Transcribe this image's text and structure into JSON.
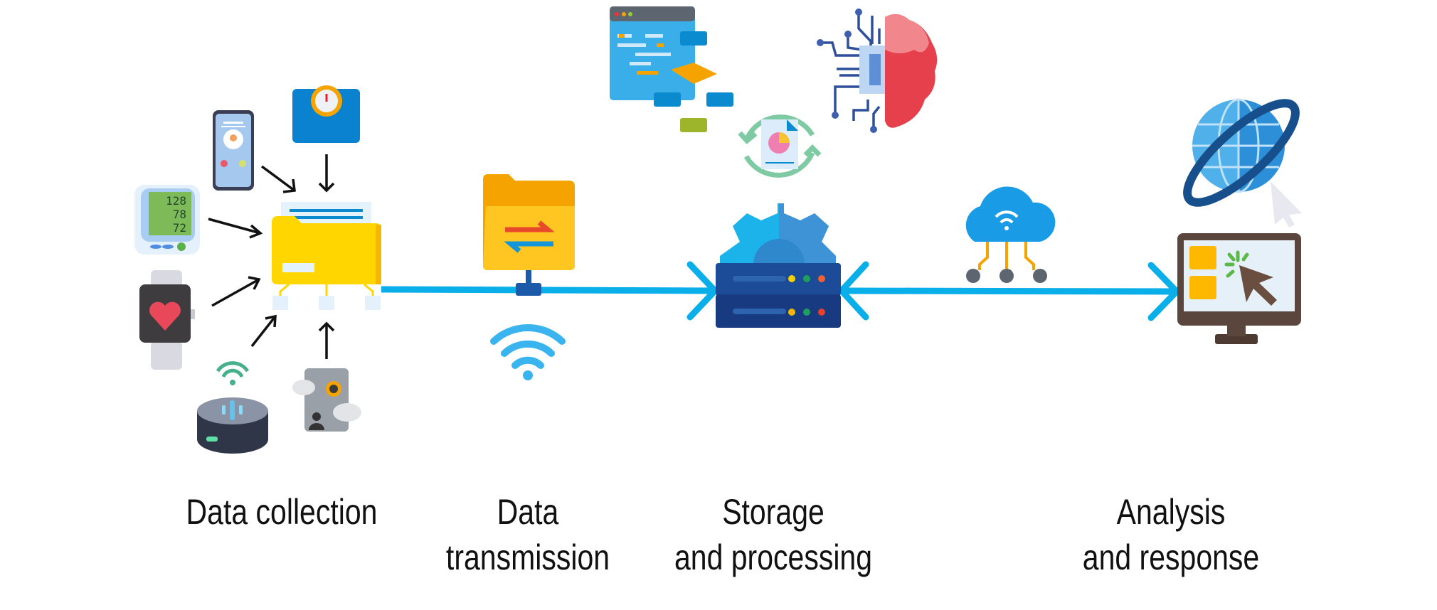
{
  "stages": [
    {
      "id": "collection",
      "lines": [
        "Data collection"
      ]
    },
    {
      "id": "transmission",
      "lines": [
        "Data",
        "transmission"
      ]
    },
    {
      "id": "storage",
      "lines": [
        "Storage",
        "and processing"
      ]
    },
    {
      "id": "analysis",
      "lines": [
        "Analysis",
        "and response"
      ]
    }
  ],
  "devices": {
    "blood_pressure": [
      "128",
      "78",
      "72"
    ]
  },
  "colors": {
    "flow_line": "#0aaee8",
    "arrow": "#111111",
    "folder": "#ffd600",
    "server": "#1c4b97"
  }
}
